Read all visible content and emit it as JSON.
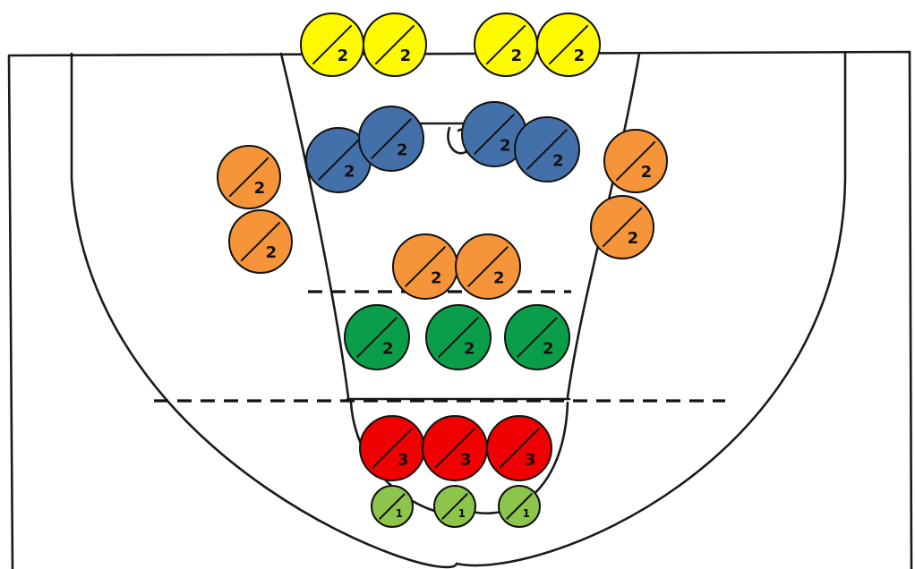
{
  "colors": {
    "yellow": "#fdfa00",
    "blue": "#4470a9",
    "orange": "#f59438",
    "dark_green": "#0b9e4a",
    "red": "#f00000",
    "light_green": "#8dc44a"
  },
  "groups": [
    {
      "name": "yellow",
      "color_key": "yellow",
      "discs": [
        "2",
        "2",
        "2",
        "2"
      ]
    },
    {
      "name": "blue",
      "color_key": "blue",
      "discs": [
        "2",
        "2",
        "2",
        "2"
      ]
    },
    {
      "name": "orange-left",
      "color_key": "orange",
      "discs": [
        "2",
        "2"
      ]
    },
    {
      "name": "orange-right",
      "color_key": "orange",
      "discs": [
        "2",
        "2"
      ]
    },
    {
      "name": "orange-center",
      "color_key": "orange",
      "discs": [
        "2",
        "2"
      ]
    },
    {
      "name": "green",
      "color_key": "dark_green",
      "discs": [
        "2",
        "2",
        "2"
      ]
    },
    {
      "name": "red",
      "color_key": "red",
      "discs": [
        "3",
        "3",
        "3"
      ]
    },
    {
      "name": "light-green",
      "color_key": "light_green",
      "discs": [
        "1",
        "1",
        "1"
      ]
    }
  ]
}
